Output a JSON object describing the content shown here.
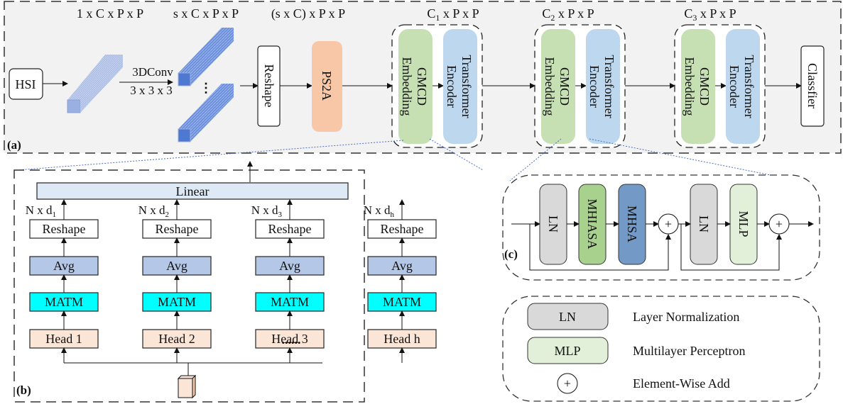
{
  "panel_a": {
    "label": "(a)",
    "input": "HSI",
    "dims": [
      "1 x C x P x P",
      "s x C x P x P",
      "(s x C) x P x P"
    ],
    "conv_top": "3DConv",
    "conv_bottom": "3 x 3 x 3",
    "ellipsis": "⋮",
    "reshape": "Reshape",
    "ps2a": "PS2A",
    "stages": [
      {
        "dim_base": "C",
        "dim_sub": "1",
        "dim_rest": " x P x P",
        "embed_1": "GMCD",
        "embed_2": "Embedding",
        "enc_1": "Transformer",
        "enc_2": "Encoder"
      },
      {
        "dim_base": "C",
        "dim_sub": "2",
        "dim_rest": " x P x P",
        "embed_1": "GMCD",
        "embed_2": "Embedding",
        "enc_1": "Transformer",
        "enc_2": "Encoder"
      },
      {
        "dim_base": "C",
        "dim_sub": "3",
        "dim_rest": " x P x P",
        "embed_1": "GMCD",
        "embed_2": "Embedding",
        "enc_1": "Transformer",
        "enc_2": "Encoder"
      }
    ],
    "classifier": "Classfier"
  },
  "panel_b": {
    "label": "(b)",
    "linear": "Linear",
    "heads": [
      {
        "dim": "N x d",
        "sub": "1",
        "reshape": "Reshape",
        "avg": "Avg",
        "matm": "MATM",
        "head": "Head 1"
      },
      {
        "dim": "N x d",
        "sub": "2",
        "reshape": "Reshape",
        "avg": "Avg",
        "matm": "MATM",
        "head": "Head 2"
      },
      {
        "dim": "N x d",
        "sub": "3",
        "reshape": "Reshape",
        "avg": "Avg",
        "matm": "MATM",
        "head": "Head 3"
      },
      {
        "dim": "N x d",
        "sub": "h",
        "reshape": "Reshape",
        "avg": "Avg",
        "matm": "MATM",
        "head": "Head h"
      }
    ],
    "ellipsis": "......"
  },
  "panel_c": {
    "label": "(c)",
    "blocks": [
      "LN",
      "MHIASA",
      "MHSA",
      "LN",
      "MLP"
    ],
    "add_symbol": "+"
  },
  "legend": {
    "items": [
      {
        "key": "LN",
        "desc": "Layer Normalization"
      },
      {
        "key": "MLP",
        "desc": "Multilayer Perceptron"
      },
      {
        "key": "+",
        "desc": "Element-Wise Add"
      }
    ]
  },
  "colors": {
    "panel_bg": "#f2f2f2",
    "cube": "#7b97d6",
    "ps2a": "#f7c7a8",
    "gmcd": "#c6e0b4",
    "encoder": "#bdd7ee",
    "linear": "#dde9f5",
    "avg": "#b4c7e7",
    "matm": "#00ffff",
    "head": "#fbe5d6",
    "ln": "#d9d9d9",
    "mhiasa": "#a9d18e",
    "mhsa": "#7399c6",
    "mlp": "#e2f0d9"
  }
}
